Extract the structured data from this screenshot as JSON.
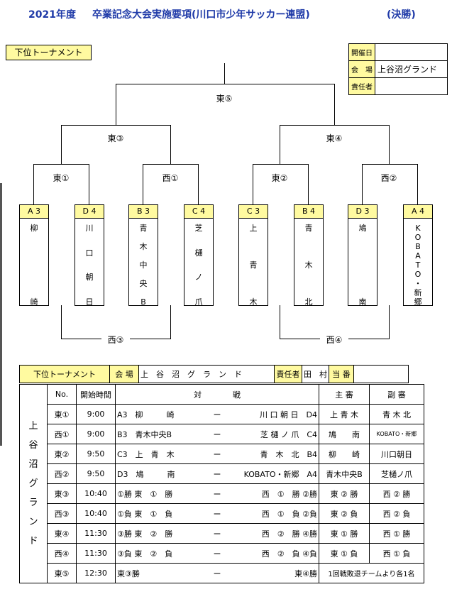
{
  "title": {
    "year": "2021年度",
    "event": "卒業記念大会実施要項(川口市少年サッカー連盟)",
    "stage": "(決勝)"
  },
  "bracket_tag": "下位トーナメント",
  "info": {
    "date_label": "開催日",
    "date_value": "",
    "venue_label": "会　場",
    "venue_value": "上谷沼グランド",
    "manager_label": "責任者",
    "manager_value": ""
  },
  "bracket": {
    "final": "東⑤",
    "semi_left": "東③",
    "semi_right": "東④",
    "q1": "東①",
    "q2": "西①",
    "q3": "東②",
    "q4": "西②",
    "loser_left": "西③",
    "loser_right": "西④",
    "teams": [
      {
        "code": "A 3",
        "name": [
          "柳",
          "崎"
        ]
      },
      {
        "code": "D 4",
        "name": [
          "川",
          "口",
          "朝",
          "日"
        ]
      },
      {
        "code": "B 3",
        "name": [
          "青",
          "木",
          "中",
          "央",
          "B"
        ]
      },
      {
        "code": "C 4",
        "name": [
          "芝",
          "樋",
          "ノ",
          "爪"
        ]
      },
      {
        "code": "C 3",
        "name": [
          "上",
          "青",
          "木"
        ]
      },
      {
        "code": "B 4",
        "name": [
          "青",
          "木",
          "北"
        ]
      },
      {
        "code": "D 3",
        "name": [
          "鳩",
          "南"
        ]
      },
      {
        "code": "A 4",
        "name": [
          "K",
          "O",
          "B",
          "A",
          "T",
          "O",
          "・",
          "新",
          "郷"
        ]
      }
    ]
  },
  "schedule": {
    "header": {
      "tag": "下位トーナメント",
      "venue_label": "会 場",
      "venue": "上　谷　沼　グ　ラ　ン　ド",
      "manager_label": "責任者",
      "manager": "田　村",
      "duty_label": "当 番",
      "duty": ""
    },
    "side": [
      "上",
      "谷",
      "沼",
      "グ",
      "ラ",
      "ン",
      "ド"
    ],
    "cols": {
      "no": "No.",
      "time": "開始時間",
      "match": "対　　　　戦",
      "ref": "主 審",
      "assist": "副 審"
    },
    "rows": [
      {
        "no": "東①",
        "time": "9:00",
        "left": "A3　柳　　　崎",
        "dash": "ー",
        "right": "川 口 朝 日　D4",
        "ref": "上 青 木",
        "assist": "青 木 北"
      },
      {
        "no": "西①",
        "time": "9:00",
        "left": "B3　青木中央B",
        "dash": "ー",
        "right": "芝 樋 ノ 爪　C4",
        "ref": "鳩　　南",
        "assist": "KOBATO・新郷"
      },
      {
        "no": "東②",
        "time": "9:50",
        "left": "C3　上　青　木",
        "dash": "ー",
        "right": "青　木　北　B4",
        "ref": "柳　　崎",
        "assist": "川口朝日"
      },
      {
        "no": "西②",
        "time": "9:50",
        "left": "D3　鳩　　　南",
        "dash": "ー",
        "right": "KOBATO・新郷　A4",
        "ref": "青木中央B",
        "assist": "芝樋ノ爪"
      },
      {
        "no": "東③",
        "time": "10:40",
        "left": "①勝 東　①　勝",
        "dash": "ー",
        "right": "西　①　勝 ②勝",
        "ref": "東 ② 勝",
        "assist": "西 ② 勝"
      },
      {
        "no": "西③",
        "time": "10:40",
        "left": "①負 東　①　負",
        "dash": "ー",
        "right": "西　①　負 ②負",
        "ref": "東 ② 負",
        "assist": "西 ② 負"
      },
      {
        "no": "東④",
        "time": "11:30",
        "left": "③勝 東　②　勝",
        "dash": "ー",
        "right": "西　②　勝 ④勝",
        "ref": "東 ① 勝",
        "assist": "西 ① 勝"
      },
      {
        "no": "西④",
        "time": "11:30",
        "left": "③負 東　②　負",
        "dash": "ー",
        "right": "西　②　負 ④負",
        "ref": "東 ① 負",
        "assist": "西 ① 負"
      },
      {
        "no": "東⑤",
        "time": "12:30",
        "left": "東③勝",
        "dash": "ー",
        "right": "東④勝",
        "note": "1回戦敗退チームより各1名"
      }
    ]
  }
}
